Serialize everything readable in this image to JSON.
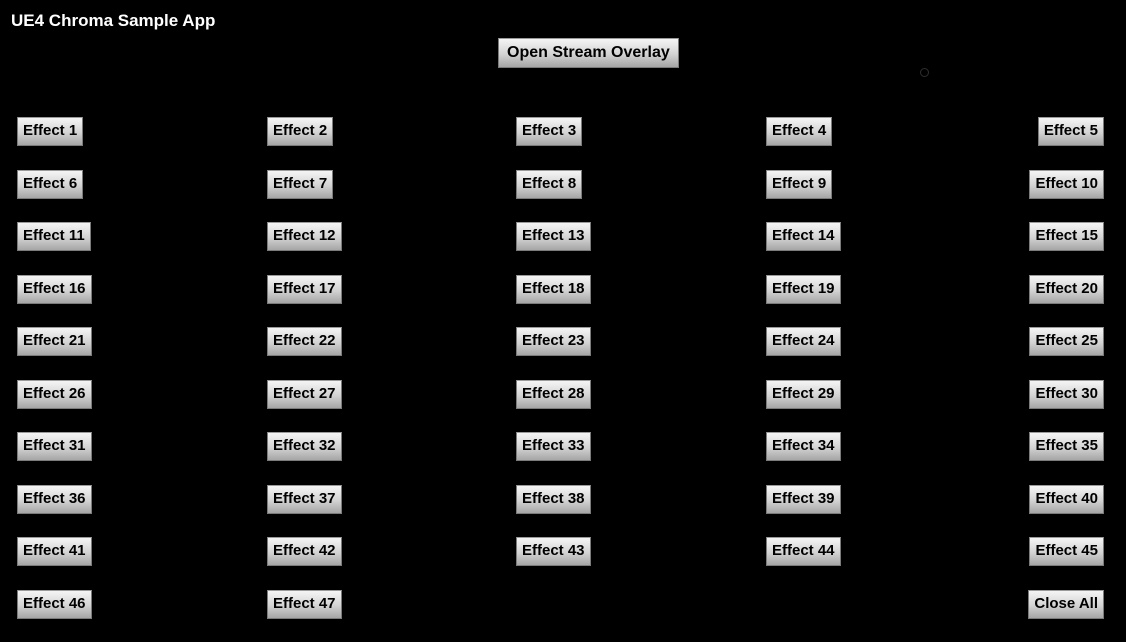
{
  "window": {
    "title": "UE4 Chroma Sample App",
    "background_color": "#000000",
    "title_color": "#ffffff"
  },
  "toolbar": {
    "open_stream_overlay_label": "Open Stream Overlay"
  },
  "decorations": {
    "dot_name": "small-dot-indicator"
  },
  "grid": {
    "columns": 5,
    "rows": 10,
    "button_face_top_color": "#f4f4f4",
    "button_face_bottom_color": "#a6a6a6",
    "button_border_color": "#7b7b7b",
    "button_text_color": "#000000",
    "rows_data": [
      [
        "Effect 1",
        "Effect 2",
        "Effect 3",
        "Effect 4",
        "Effect 5"
      ],
      [
        "Effect 6",
        "Effect 7",
        "Effect 8",
        "Effect 9",
        "Effect 10"
      ],
      [
        "Effect 11",
        "Effect 12",
        "Effect 13",
        "Effect 14",
        "Effect 15"
      ],
      [
        "Effect 16",
        "Effect 17",
        "Effect 18",
        "Effect 19",
        "Effect 20"
      ],
      [
        "Effect 21",
        "Effect 22",
        "Effect 23",
        "Effect 24",
        "Effect 25"
      ],
      [
        "Effect 26",
        "Effect 27",
        "Effect 28",
        "Effect 29",
        "Effect 30"
      ],
      [
        "Effect 31",
        "Effect 32",
        "Effect 33",
        "Effect 34",
        "Effect 35"
      ],
      [
        "Effect 36",
        "Effect 37",
        "Effect 38",
        "Effect 39",
        "Effect 40"
      ],
      [
        "Effect 41",
        "Effect 42",
        "Effect 43",
        "Effect 44",
        "Effect 45"
      ],
      [
        "Effect 46",
        "Effect 47",
        "",
        "",
        "Close All"
      ]
    ]
  }
}
